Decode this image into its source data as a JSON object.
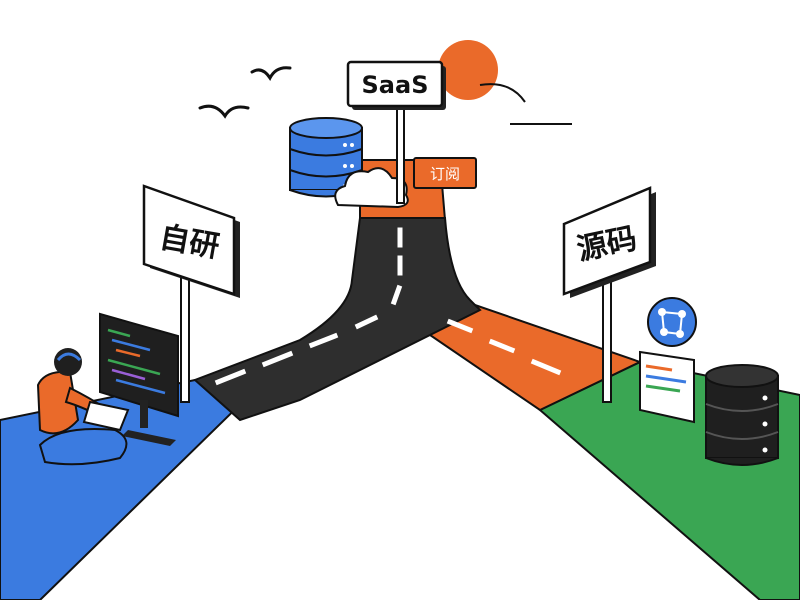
{
  "signs": {
    "center": {
      "label": "SaaS",
      "tag": "订阅"
    },
    "left": {
      "label": "自研"
    },
    "right": {
      "label": "源码"
    }
  },
  "colors": {
    "left_path": "#3b7be0",
    "center_path": "#ea6a2a",
    "right_path": "#3aa653",
    "road": "#2e2e2e",
    "sun": "#ea6a2a",
    "ink": "#111111"
  },
  "icons": [
    "sun-icon",
    "bird-icon",
    "database-icon",
    "cloud-icon",
    "code-monitor-icon",
    "developer-person-icon",
    "network-graph-icon",
    "document-card-icon"
  ]
}
